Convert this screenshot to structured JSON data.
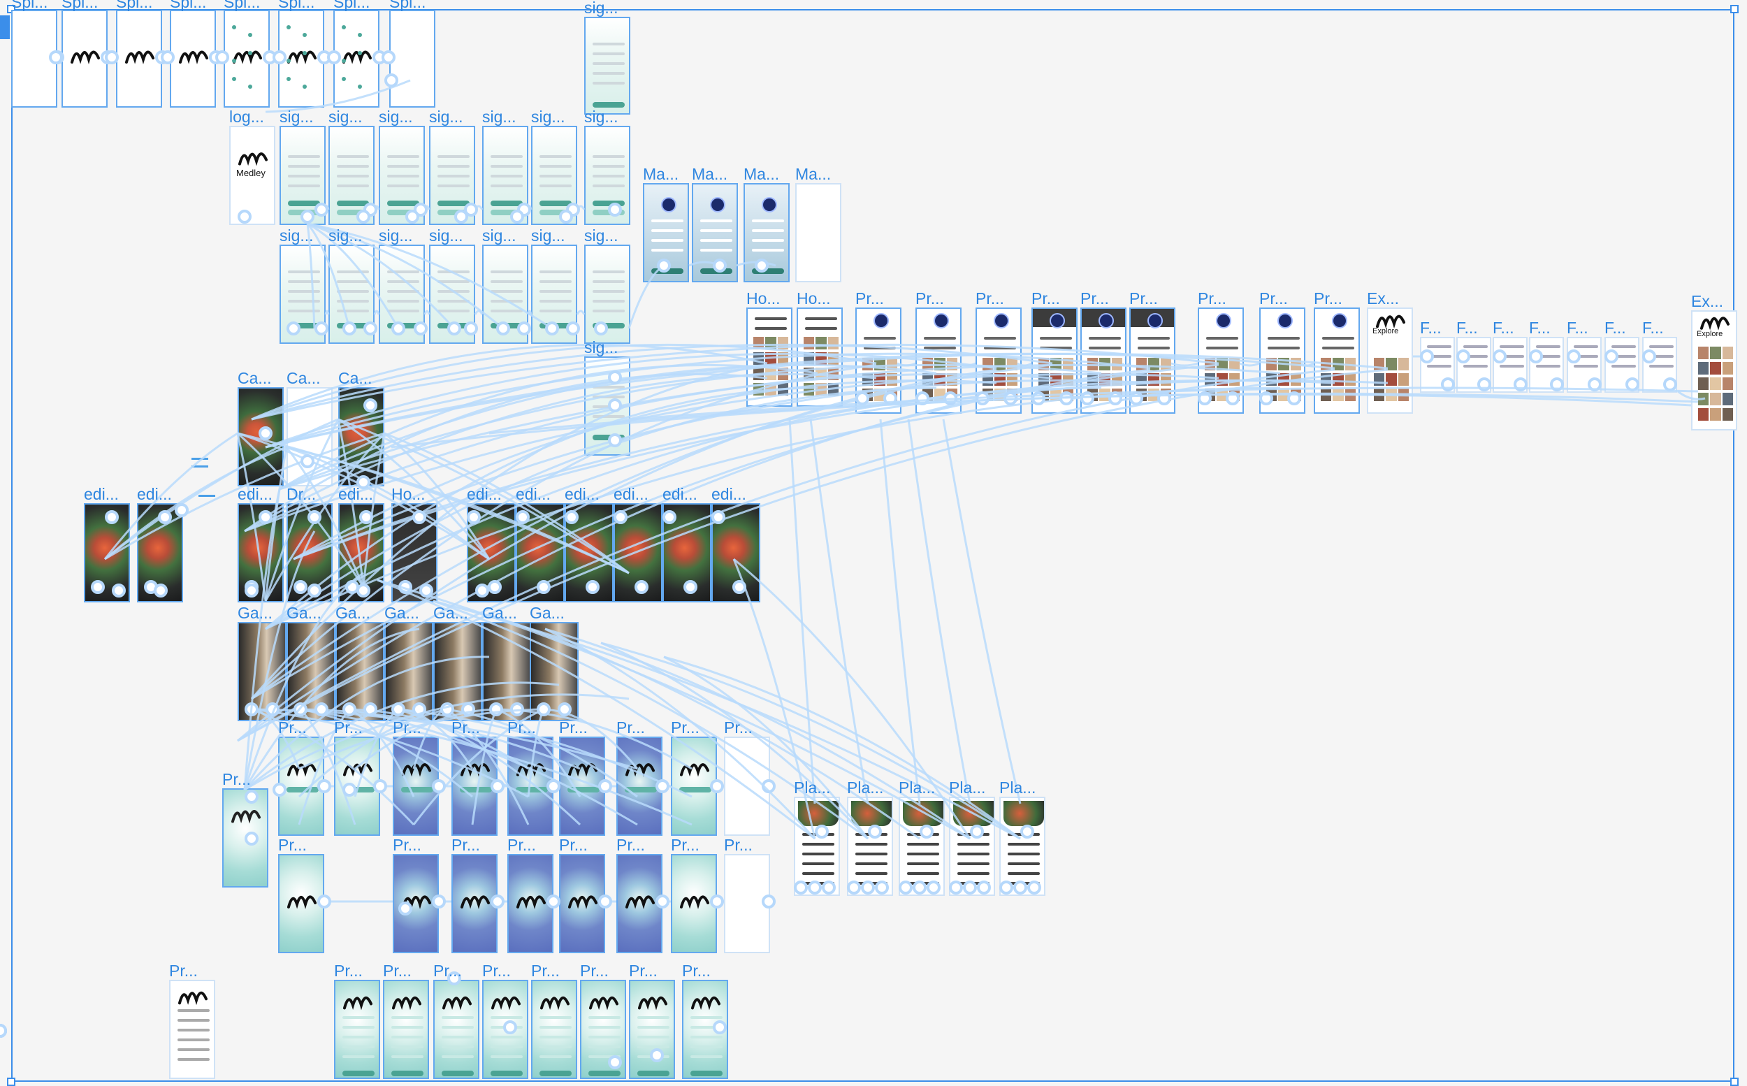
{
  "canvas": {
    "label_hint": "Prototype flow view",
    "accent": "#3b8eea",
    "wire_color": "#b9dafb",
    "background": "#f5f5f5"
  },
  "frame_labels": {
    "spl": "Spl...",
    "sig": "sig...",
    "log": "log...",
    "ma": "Ma...",
    "ho": "Ho...",
    "pr": "Pr...",
    "ex": "Ex...",
    "f": "F...",
    "ca": "Ca...",
    "edi": "edi...",
    "dr": "Dr...",
    "ho2": "Ho...",
    "ga": "Ga...",
    "pla": "Pla..."
  },
  "login_frame": {
    "brand": "Medley"
  },
  "explore_frame": {
    "title": "Explore"
  },
  "icons": {
    "logo": "medley-logo-icon",
    "handle": "resize-handle-icon"
  }
}
